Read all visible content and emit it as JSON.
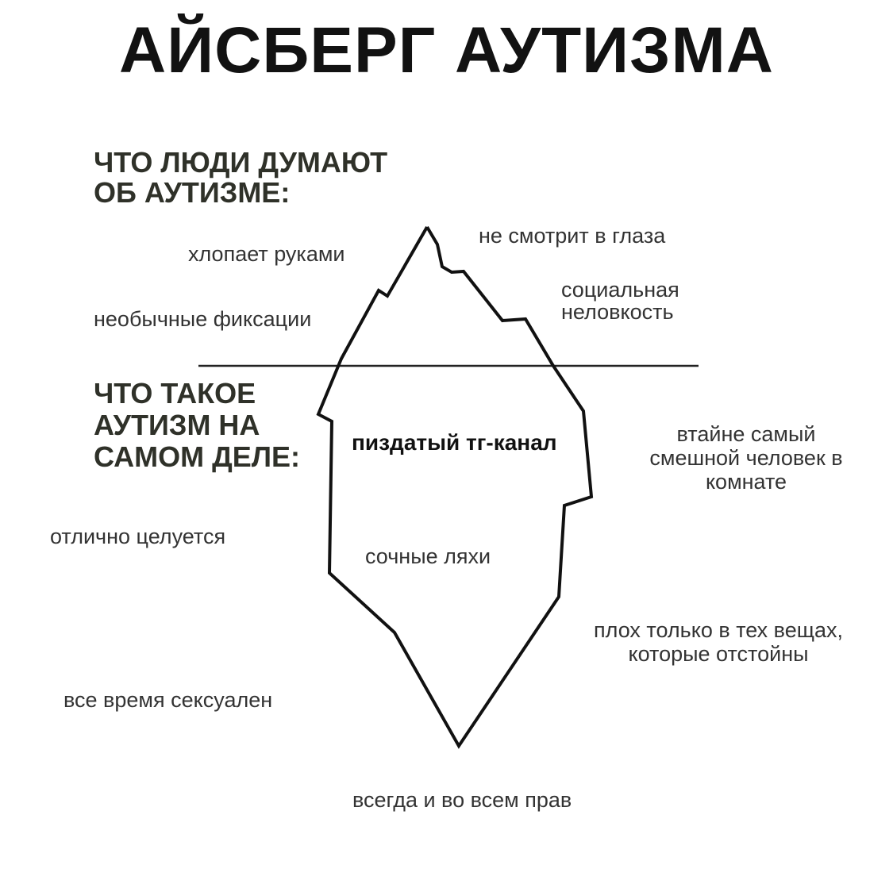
{
  "title": "АЙСБЕРГ АУТИЗМА",
  "above_water": {
    "heading": [
      "ЧТО ЛЮДИ ДУМАЮТ",
      "ОБ АУТИЗМЕ:"
    ],
    "labels": {
      "flaps_hands": "хлопает руками",
      "unusual_fixations": "необычные фиксации",
      "no_eye_contact": "не смотрит в глаза",
      "social_awkwardness": [
        "социальная",
        "неловкость"
      ]
    }
  },
  "below_water": {
    "heading": [
      "ЧТО ТАКОЕ",
      "АУТИЗМ НА",
      "САМОМ ДЕЛЕ:"
    ],
    "labels": {
      "tg_channel": "пиздатый тг-канал",
      "secretly_funniest": [
        "втайне самый",
        "смешной человек в",
        "комнате"
      ],
      "kisses_great": "отлично целуется",
      "juicy_thighs": "сочные ляхи",
      "bad_only_at": [
        "плох только в тех вещах,",
        "которые отстойны"
      ],
      "always_sexy": "все время сексуален",
      "always_right": "всегда и во всем прав"
    }
  },
  "colors": {
    "outline": "#111111",
    "waterline": "#222222",
    "heading": "#2f3129",
    "text": "#333333"
  }
}
